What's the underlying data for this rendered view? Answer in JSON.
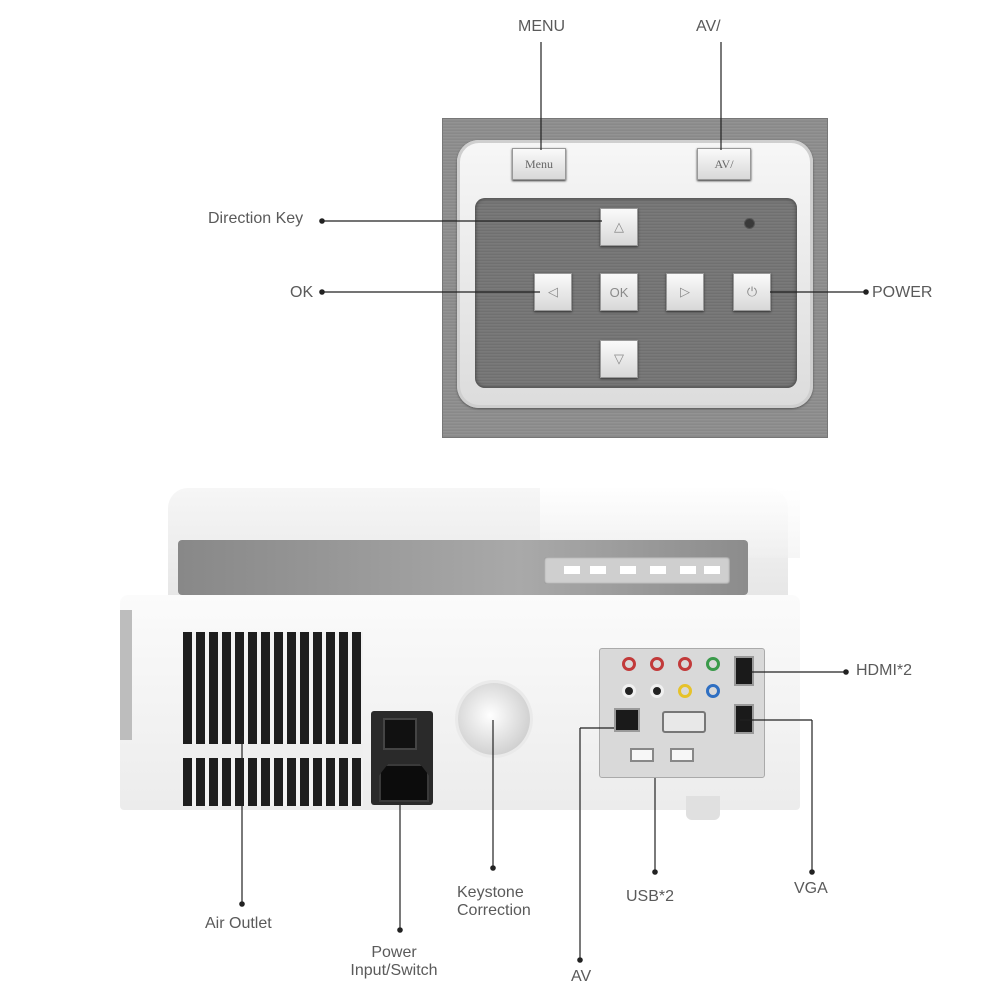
{
  "labels": {
    "menu": "MENU",
    "av_top": "AV/",
    "direction_key": "Direction Key",
    "ok": "OK",
    "power": "POWER",
    "hdmi": "HDMI*2",
    "vga": "VGA",
    "usb": "USB*2",
    "av_bottom": "AV",
    "keystone": "Keystone\nCorrection",
    "power_input": "Power\nInput/Switch",
    "air_outlet": "Air Outlet"
  },
  "keys": {
    "menu": "Menu",
    "av": "AV/",
    "up": "△",
    "left": "◁",
    "ok": "OK",
    "right": "▷",
    "down": "▽",
    "power": "⏻"
  },
  "icons": {
    "callout_dot": "dot-icon"
  }
}
